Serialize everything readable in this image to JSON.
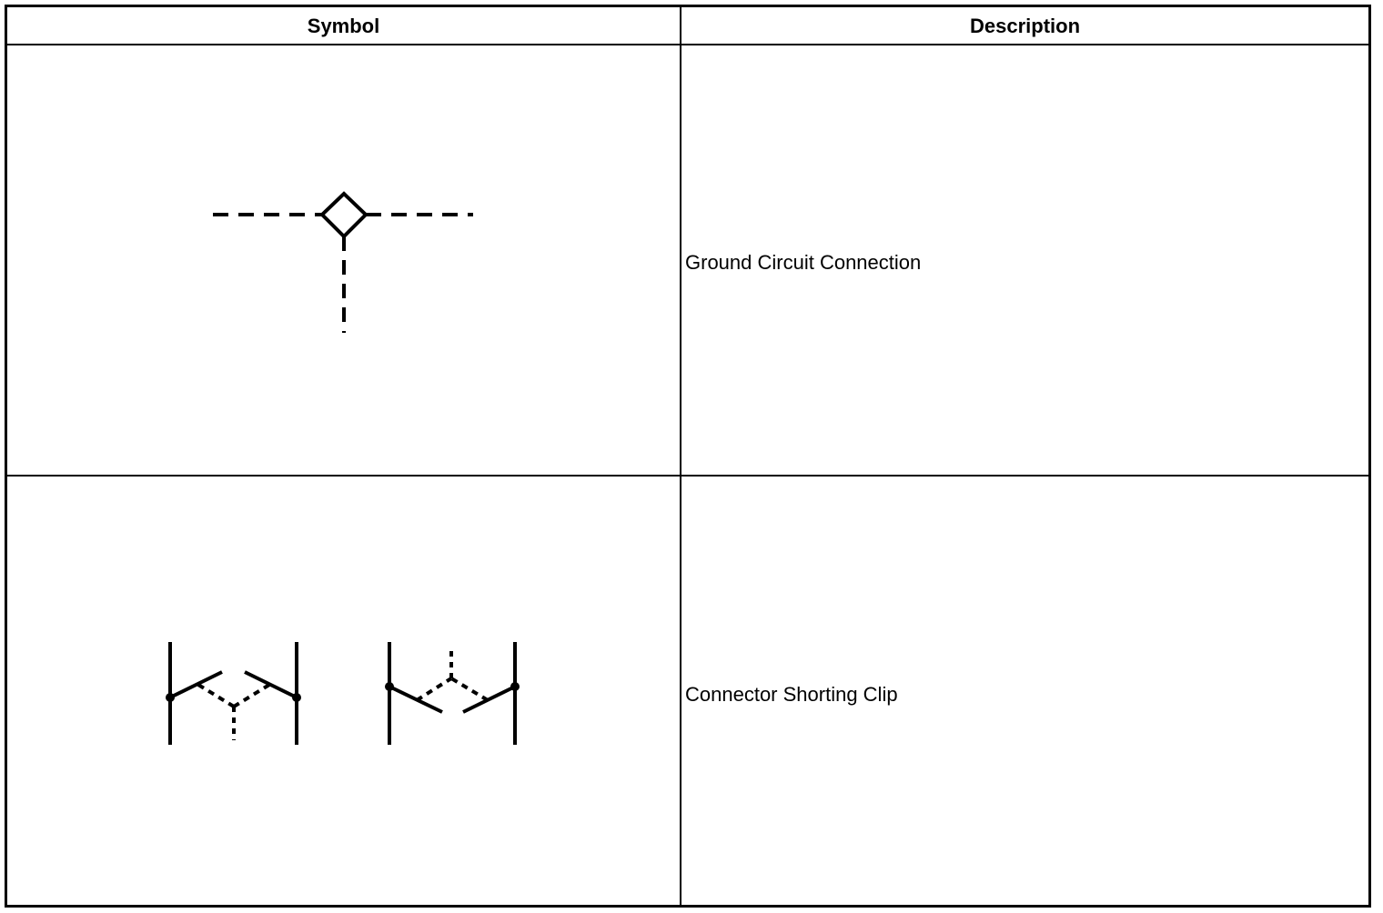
{
  "table": {
    "headers": {
      "symbol": "Symbol",
      "description": "Description"
    },
    "rows": [
      {
        "symbol_icon": "ground-circuit-connection-icon",
        "description": "Ground Circuit Connection"
      },
      {
        "symbol_icon": "connector-shorting-clip-icon",
        "description": "Connector Shorting Clip"
      }
    ]
  },
  "colors": {
    "line": "#000000",
    "background": "#ffffff"
  }
}
